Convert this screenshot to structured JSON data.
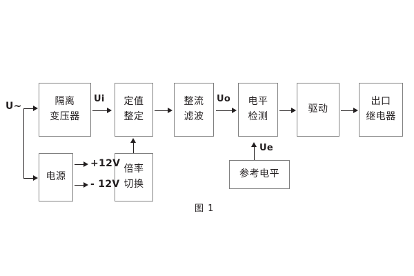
{
  "figure": {
    "caption": "图 1",
    "background_color": "#ffffff",
    "box_border_color": "#808080",
    "line_color": "#231f20",
    "text_color": "#231f20"
  },
  "blocks": [
    {
      "id": "isolation-transformer",
      "lines": [
        "隔离",
        "变压器"
      ]
    },
    {
      "id": "setting-value",
      "lines": [
        "定值",
        "整定"
      ]
    },
    {
      "id": "rectify-filter",
      "lines": [
        "整流",
        "滤波"
      ]
    },
    {
      "id": "level-detection",
      "lines": [
        "电平",
        "检测"
      ]
    },
    {
      "id": "drive",
      "lines": [
        "驱动"
      ]
    },
    {
      "id": "output-relay",
      "lines": [
        "出口",
        "继电器"
      ]
    },
    {
      "id": "power-supply",
      "lines": [
        "电源"
      ]
    },
    {
      "id": "multiplier-switch",
      "lines": [
        "倍率",
        "切换"
      ]
    },
    {
      "id": "reference-level",
      "lines": [
        "参考电平"
      ]
    }
  ],
  "signals": {
    "input_source": "U~",
    "ui": "Ui",
    "uo": "Uo",
    "ue": "Ue",
    "supply_positive": "+12V",
    "supply_negative": "- 12V"
  }
}
